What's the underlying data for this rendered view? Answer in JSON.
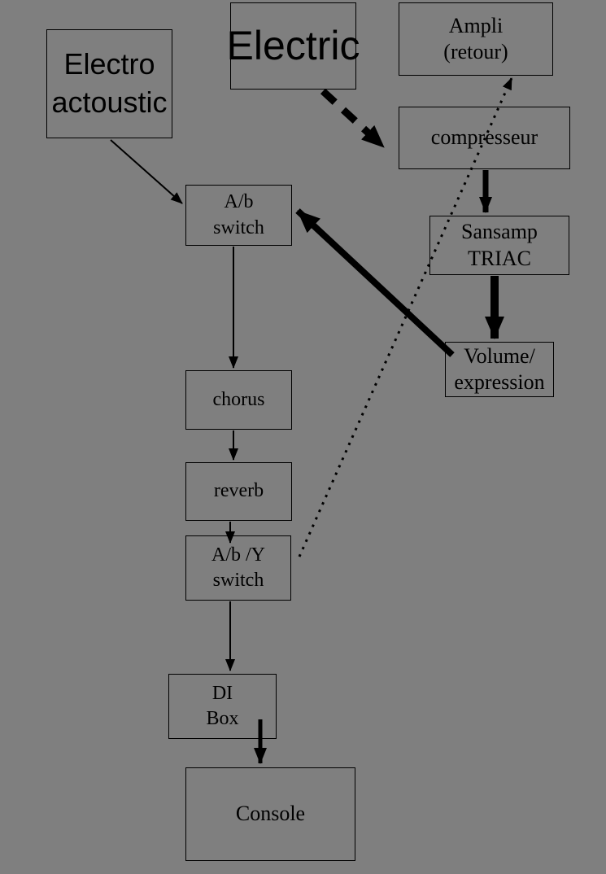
{
  "colors": {
    "background": "#7f7f7f",
    "line": "#000000"
  },
  "boxes": [
    {
      "name": "electro-acoustic",
      "label": "Electro\nactoustic"
    },
    {
      "name": "electric",
      "label": "Electric"
    },
    {
      "name": "ampli-retour",
      "label": "Ampli\n(retour)"
    },
    {
      "name": "compresseur",
      "label": "compresseur"
    },
    {
      "name": "ab-switch",
      "label": "A/b\nswitch"
    },
    {
      "name": "sansamp-triac",
      "label": "Sansamp\nTRIAC"
    },
    {
      "name": "volume-expression",
      "label": "Volume/\nexpression"
    },
    {
      "name": "chorus",
      "label": "chorus"
    },
    {
      "name": "reverb",
      "label": "reverb"
    },
    {
      "name": "aby-switch",
      "label": "A/b /Y\nswitch"
    },
    {
      "name": "di-box",
      "label": "DI\nBox"
    },
    {
      "name": "console",
      "label": "Console"
    }
  ],
  "connections": [
    {
      "from": "electro-acoustic",
      "to": "ab-switch",
      "style": "solid-thin"
    },
    {
      "from": "electric",
      "to": "compresseur",
      "style": "dashed-thick"
    },
    {
      "from": "compresseur",
      "to": "sansamp-triac",
      "style": "solid-thick"
    },
    {
      "from": "sansamp-triac",
      "to": "volume-expression",
      "style": "solid-thick"
    },
    {
      "from": "volume-expression",
      "to": "ab-switch",
      "style": "solid-thick"
    },
    {
      "from": "ab-switch",
      "to": "chorus",
      "style": "solid-thin"
    },
    {
      "from": "chorus",
      "to": "reverb",
      "style": "solid-thin"
    },
    {
      "from": "reverb",
      "to": "aby-switch",
      "style": "solid-thin"
    },
    {
      "from": "aby-switch",
      "to": "di-box",
      "style": "solid-thin"
    },
    {
      "from": "di-box",
      "to": "console",
      "style": "solid-medium"
    },
    {
      "from": "aby-switch",
      "to": "ampli-retour",
      "style": "dotted-thin"
    }
  ]
}
